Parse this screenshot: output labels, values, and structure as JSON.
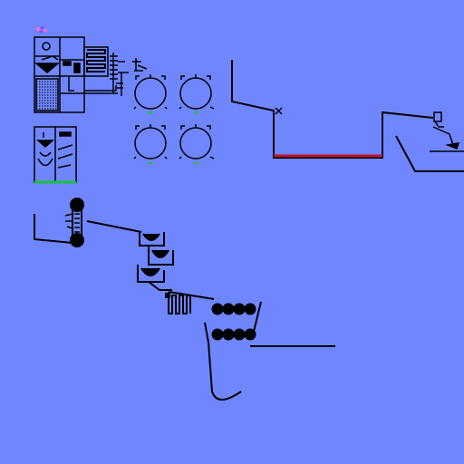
{
  "colors": {
    "background": "#6f86ff",
    "ink": "#000000",
    "red_floor": "#c0102a",
    "green_marker": "#18c23a",
    "sparkle_pink": "#ff66cc",
    "sparkle_purple": "#8844ff"
  },
  "icons": {
    "cross_marker": "x-mark-icon",
    "sparkle": "sparkle-icon"
  },
  "machine": {
    "module_count": 3,
    "rotary_wheels": 4,
    "roller_balls": 10,
    "hopper_cups": 5
  }
}
